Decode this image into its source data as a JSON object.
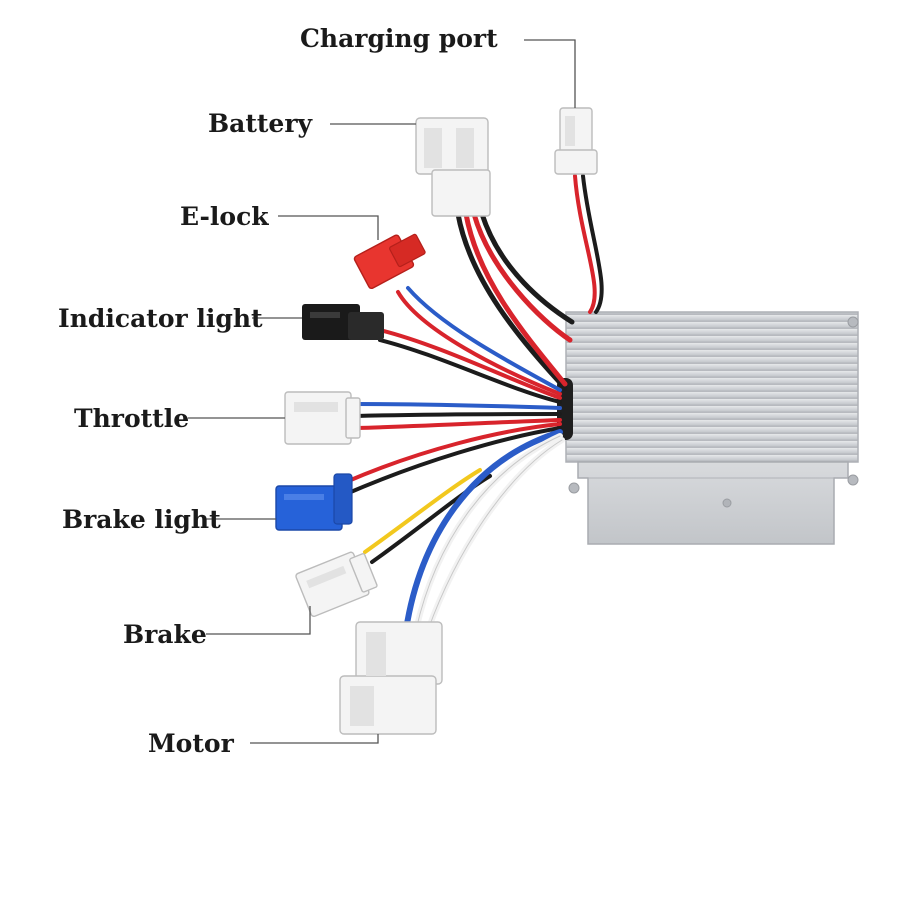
{
  "labels": {
    "charging_port": "Charging port",
    "battery": "Battery",
    "e_lock": "E-lock",
    "indicator_light": "Indicator light",
    "throttle": "Throttle",
    "brake_light": "Brake light",
    "brake": "Brake",
    "motor": "Motor"
  },
  "colors": {
    "aluminum": "#d3d5d8",
    "wire_red": "#d8242c",
    "wire_black": "#1c1c1c",
    "wire_blue": "#2b5cc8",
    "wire_white": "#f2f2f2",
    "wire_yellow": "#f2c81e",
    "connector_red": "#e8352f",
    "connector_black": "#1a1a1a",
    "connector_blue": "#2662d9",
    "connector_white": "#f4f4f4"
  }
}
